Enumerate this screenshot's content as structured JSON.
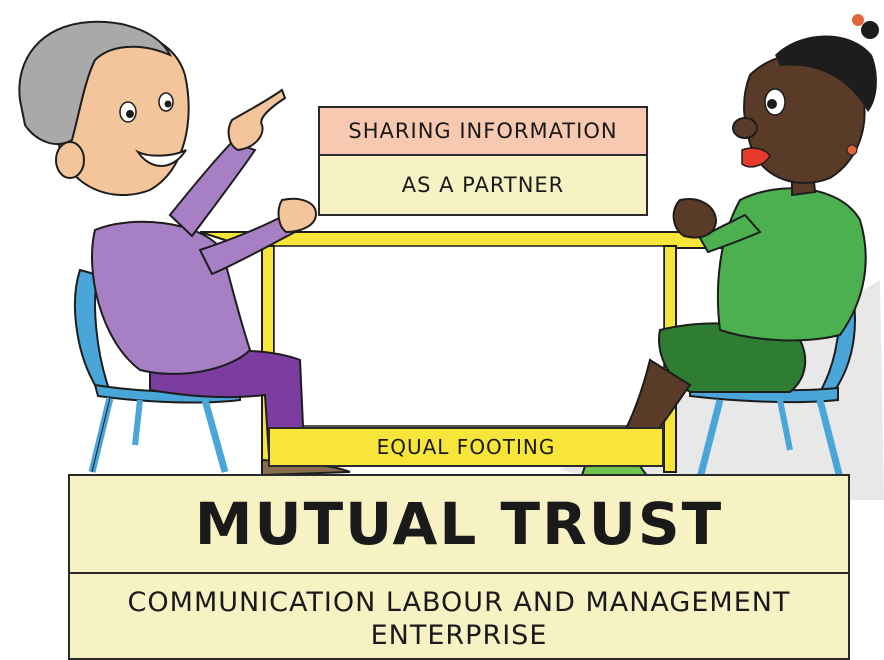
{
  "illustration": {
    "top_box": "SHARING INFORMATION",
    "second_box": "AS A PARTNER",
    "table_label": "EQUAL FOOTING",
    "main_banner": "MUTUAL TRUST",
    "foundation_line1": "COMMUNICATION LABOUR AND MANAGEMENT",
    "foundation_line2": "ENTERPRISE"
  },
  "colors": {
    "banner_cream": "#f7f2c4",
    "top_box_peach": "#f6c9b0",
    "table_yellow": "#f7e53a",
    "chair_blue": "#4aa6d8",
    "man_shirt_purple": "#a77fc4",
    "woman_shirt_green": "#4caf50",
    "woman_skirt_green": "#2e7d32"
  },
  "icons": [
    "man-figure-icon",
    "woman-figure-icon",
    "chair-icon",
    "table-icon"
  ]
}
